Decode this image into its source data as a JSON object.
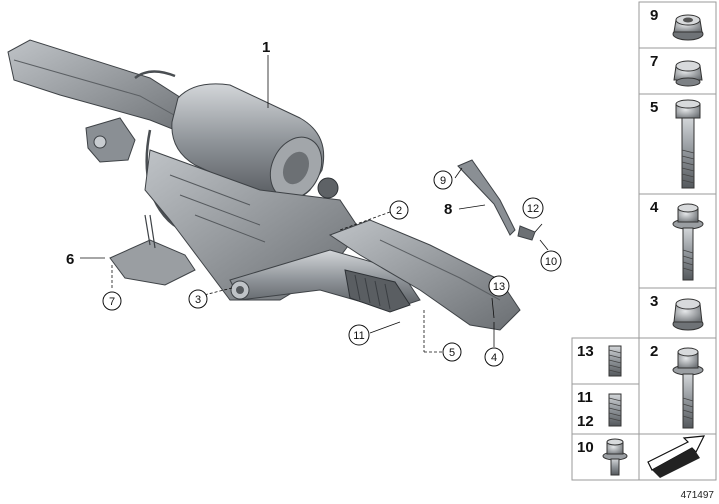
{
  "diagram": {
    "callouts_bold": [
      "1",
      "6",
      "8"
    ],
    "callouts_circled": [
      "2",
      "3",
      "4",
      "5",
      "7",
      "9",
      "10",
      "11",
      "12",
      "13"
    ],
    "parts_panel": [
      {
        "number": "9",
        "part": "collar-nut"
      },
      {
        "number": "7",
        "part": "hex-nut"
      },
      {
        "number": "5",
        "part": "hex-bolt"
      },
      {
        "number": "4",
        "part": "collar-bolt"
      },
      {
        "number": "3",
        "part": "collar-nut"
      },
      {
        "number": "2",
        "part": "collar-bolt"
      },
      {
        "number": "13",
        "part": "threaded-pin"
      },
      {
        "number": "11",
        "part": "threaded-pin"
      },
      {
        "number": "12",
        "part": "threaded-pin"
      },
      {
        "number": "10",
        "part": "collar-bolt-short"
      }
    ],
    "reference_number": "471497"
  },
  "colors": {
    "part_fill": "#8a8f94",
    "part_dark": "#4a4e52",
    "part_light": "#c8ccd0",
    "frame": "#9a9a9a"
  }
}
